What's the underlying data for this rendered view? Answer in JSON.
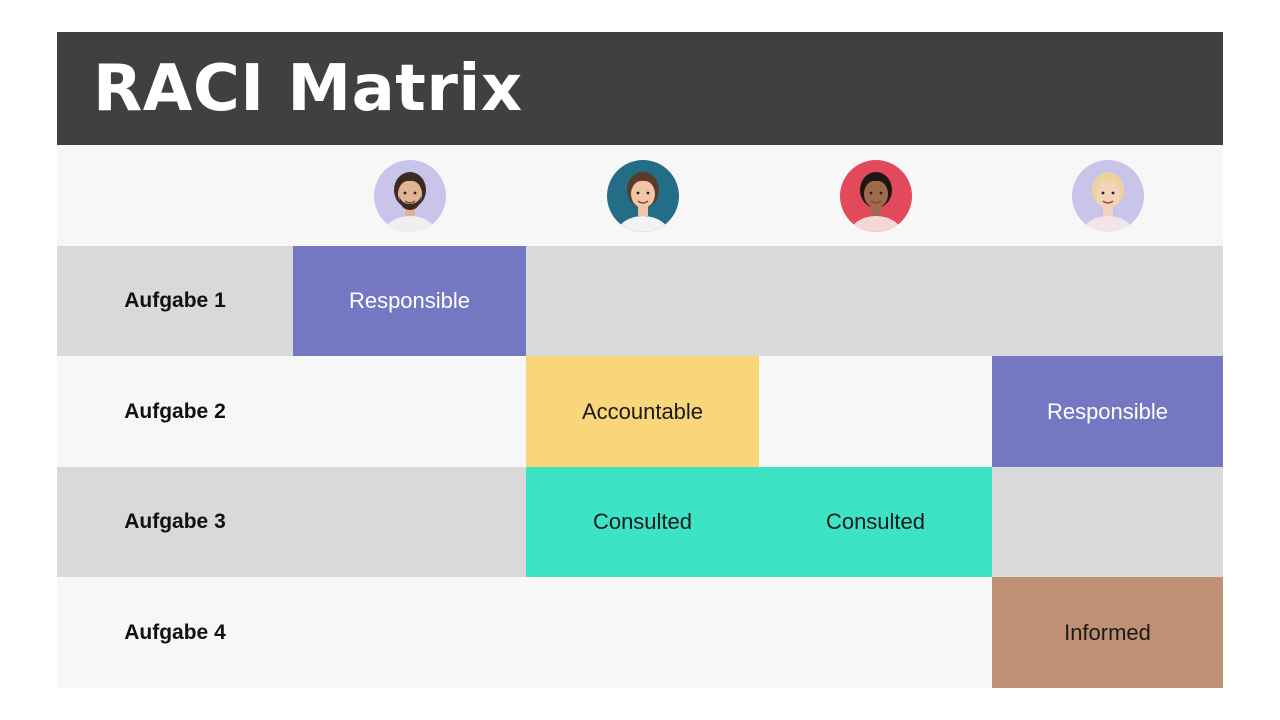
{
  "title": "RACI Matrix",
  "people": [
    {
      "avatar_icon": "person-avatar-icon",
      "bg": "#c9c4ea",
      "skin": "#e0b494",
      "hair": "#3a2a22",
      "shirt": "#efefef",
      "beard": true
    },
    {
      "avatar_icon": "person-avatar-icon",
      "bg": "#236e86",
      "skin": "#f0c5a8",
      "hair": "#5a3a28",
      "shirt": "#f2f2f2",
      "beard": false
    },
    {
      "avatar_icon": "person-avatar-icon",
      "bg": "#e24a5c",
      "skin": "#a06a4c",
      "hair": "#1e1612",
      "shirt": "#f4d7d7",
      "beard": false
    },
    {
      "avatar_icon": "person-avatar-icon",
      "bg": "#c9c4ea",
      "skin": "#f3d2bb",
      "hair": "#ecd29c",
      "shirt": "#f3e3ea",
      "beard": false
    }
  ],
  "rows": [
    {
      "label": "Aufgabe 1",
      "band": "gray",
      "cells": [
        "Responsible",
        "",
        "",
        ""
      ]
    },
    {
      "label": "Aufgabe 2",
      "band": "light",
      "cells": [
        "",
        "Accountable",
        "",
        "Responsible"
      ]
    },
    {
      "label": "Aufgabe 3",
      "band": "gray",
      "cells": [
        "",
        "Consulted",
        "Consulted",
        ""
      ]
    },
    {
      "label": "Aufgabe 4",
      "band": "light",
      "cells": [
        "",
        "",
        "",
        "Informed"
      ]
    }
  ],
  "role_colors": {
    "Responsible": "#7478c2",
    "Accountable": "#fad67a",
    "Consulted": "#3de3c5",
    "Informed": "#bf9073"
  }
}
